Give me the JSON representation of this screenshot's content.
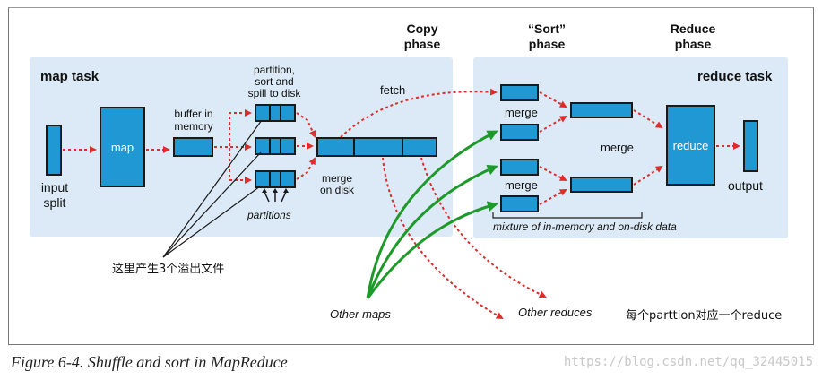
{
  "labels": {
    "copy_phase": [
      "Copy",
      "phase"
    ],
    "sort_phase": [
      "“Sort”",
      "phase"
    ],
    "reduce_phase": [
      "Reduce",
      "phase"
    ],
    "map_task": "map task",
    "reduce_task": "reduce task",
    "partition_spill": [
      "partition,",
      "sort and",
      "spill to disk"
    ],
    "fetch": "fetch",
    "buffer_in_memory": [
      "buffer in",
      "memory"
    ],
    "input_split": [
      "input",
      "split"
    ],
    "map": "map",
    "merge_on_disk": [
      "merge",
      "on disk"
    ],
    "partitions": "partitions",
    "merge_top": "merge",
    "merge_bottom": "merge",
    "merge_middle": "merge",
    "reduce": "reduce",
    "output": "output",
    "mixture": "mixture of in-memory and on-disk data",
    "other_maps": "Other maps",
    "other_reduces": "Other reduces"
  },
  "annotations": {
    "spill_files": "这里产生3个溢出文件",
    "partition_reduce": "每个parttion对应一个reduce"
  },
  "caption": "Figure 6-4. Shuffle and sort in MapReduce",
  "watermark": "https://blog.csdn.net/qq_32445015",
  "colors": {
    "panel": "#dbeaf6",
    "box_fill": "#1f98d4",
    "red_arrow": "#e02b2b",
    "green_arrow": "#1d9a2a"
  }
}
